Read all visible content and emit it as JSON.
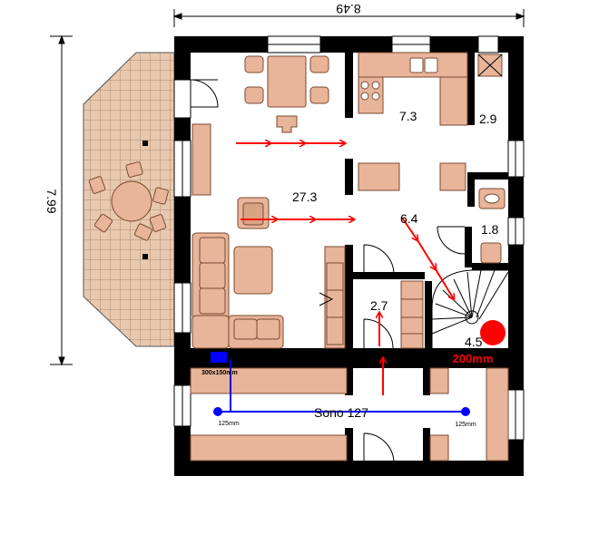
{
  "dimensions": {
    "top_width": "8.49",
    "left_height": "7.99"
  },
  "rooms": {
    "living": "27.3",
    "kitchen": "7.3",
    "pantry": "2.9",
    "hall": "6.4",
    "wc": "1.8",
    "closet": "2.7",
    "stair": "4.5"
  },
  "ventilation": {
    "duct_label": "Sono 127",
    "grille_label": "300x150mm",
    "terminal_left_label": "125mm",
    "terminal_right_label": "125mm",
    "exhaust_label": "200mm"
  },
  "colors": {
    "wall": "#000000",
    "furniture": "#e8b49a",
    "furniture_stroke": "#7a4a30",
    "terrace_tile": "#e8c9ae",
    "airflow_arrow": "#ff0000",
    "duct": "#0000ff",
    "exhaust": "#ff0000"
  },
  "icons": {
    "airflow": "arrow-right",
    "duct_terminal": "blue-dot",
    "exhaust": "red-dot"
  }
}
